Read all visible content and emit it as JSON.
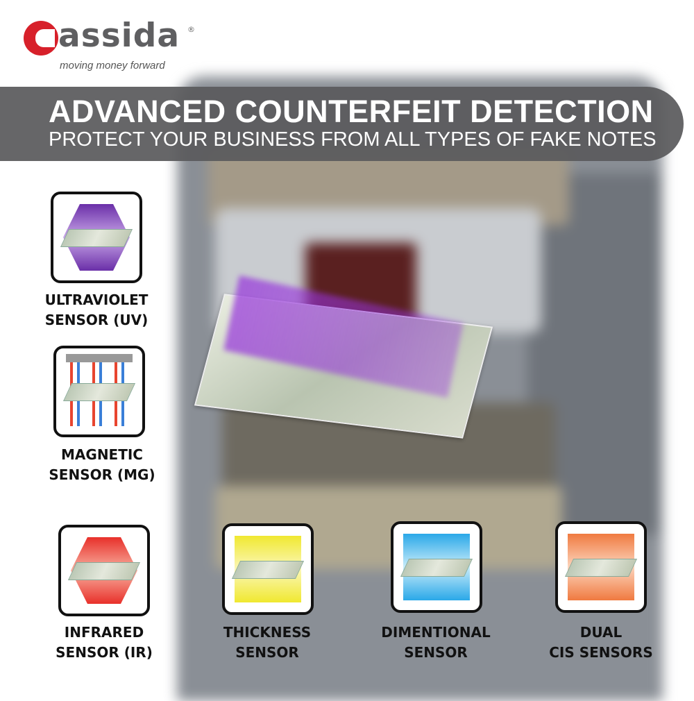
{
  "brand": {
    "name": "assida",
    "registered": "®",
    "tagline": "moving money forward",
    "accent": "#d7202a"
  },
  "banner": {
    "title": "ADVANCED COUNTERFEIT DETECTION",
    "subtitle": "PROTECT YOUR BUSINESS FROM ALL TYPES OF FAKE NOTES"
  },
  "features": [
    {
      "icon": "ultraviolet-sensor-icon",
      "line1": "ULTRAVIOLET",
      "line2": "SENSOR (UV)",
      "color": "#7b3fb5"
    },
    {
      "icon": "magnetic-sensor-icon",
      "line1": "MAGNETIC",
      "line2": "SENSOR (MG)",
      "color": "#e0402a"
    },
    {
      "icon": "infrared-sensor-icon",
      "line1": "INFRARED",
      "line2": "SENSOR (IR)",
      "color": "#e8402a"
    },
    {
      "icon": "thickness-sensor-icon",
      "line1": "THICKNESS",
      "line2": "SENSOR",
      "color": "#e8e040"
    },
    {
      "icon": "dimensional-sensor-icon",
      "line1": "DIMENTIONAL",
      "line2": "SENSOR",
      "color": "#2aa8e8"
    },
    {
      "icon": "dual-cis-sensor-icon",
      "line1": "DUAL",
      "line2": "CIS SENSORS",
      "color": "#f07a40"
    }
  ]
}
